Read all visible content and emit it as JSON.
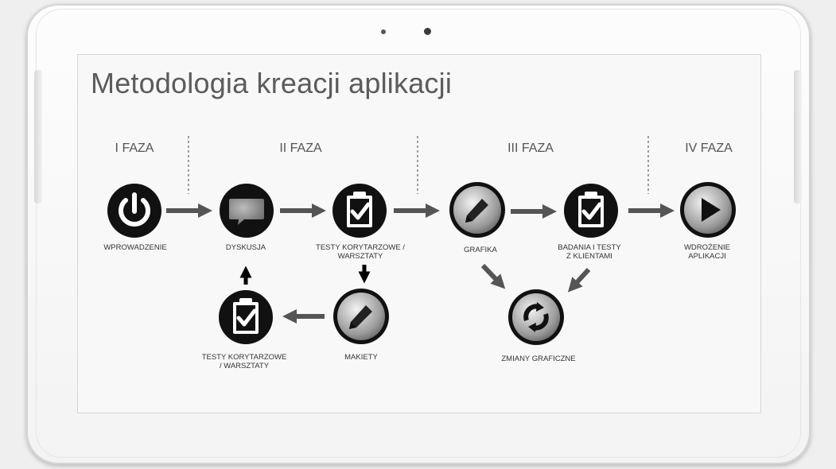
{
  "slide": {
    "title": "Metodologia kreacji aplikacji"
  },
  "phases": [
    {
      "label": "I FAZA"
    },
    {
      "label": "II FAZA"
    },
    {
      "label": "III FAZA"
    },
    {
      "label": "IV FAZA"
    }
  ],
  "nodes": [
    {
      "id": "wprowadzenie",
      "icon": "power-icon",
      "label1": "WPROWADZENIE",
      "label2": ""
    },
    {
      "id": "dyskusja",
      "icon": "speech-bubble-icon",
      "label1": "DYSKUSJA",
      "label2": ""
    },
    {
      "id": "testy-1",
      "icon": "clipboard-check-icon",
      "label1": "TESTY KORYTARZOWE /",
      "label2": "WARSZTATY"
    },
    {
      "id": "grafika",
      "icon": "pencil-icon",
      "label1": "GRAFIKA",
      "label2": ""
    },
    {
      "id": "badania",
      "icon": "clipboard-check-icon",
      "label1": "BADANIA I TESTY",
      "label2": "Z KLIENTAMI"
    },
    {
      "id": "wdrozenie",
      "icon": "play-icon",
      "label1": "WDROŻENIE",
      "label2": "APLIKACJI"
    },
    {
      "id": "makiety",
      "icon": "pencil-icon",
      "label1": "MAKIETY",
      "label2": ""
    },
    {
      "id": "testy-2",
      "icon": "clipboard-check-icon",
      "label1": "TESTY KORYTARZOWE",
      "label2": "/ WARSZTATY"
    },
    {
      "id": "zmiany",
      "icon": "refresh-icon",
      "label1": "ZMIANY GRAFICZNE",
      "label2": ""
    }
  ],
  "colors": {
    "icon_fill": "#111111",
    "arrow": "#555555",
    "text": "#333333"
  }
}
